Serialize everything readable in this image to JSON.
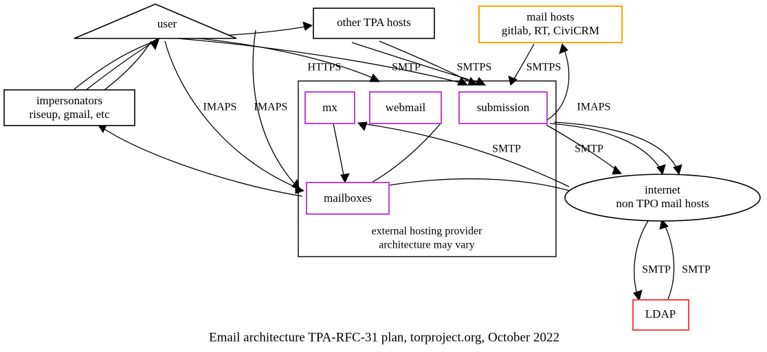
{
  "diagram": {
    "caption": "Email architecture TPA-RFC-31 plan, torproject.org, October 2022",
    "colors": {
      "purple": "#c03fe0",
      "orange": "#ffa500",
      "red": "#fb4040",
      "black": "#000000",
      "background": "#ffffff"
    },
    "nodes": {
      "user": {
        "label": "user",
        "shape": "triangle",
        "color": "#000000"
      },
      "impersonators": {
        "line1": "impersonators",
        "line2": "riseup, gmail, etc",
        "shape": "box",
        "color": "#000000"
      },
      "other_tpa_hosts": {
        "label": "other TPA hosts",
        "shape": "box",
        "color": "#000000"
      },
      "mail_hosts": {
        "line1": "mail hosts",
        "line2": "gitlab, RT, CiviCRM",
        "shape": "box",
        "color": "#ffa500"
      },
      "mx": {
        "label": "mx",
        "shape": "box",
        "color": "#c03fe0"
      },
      "webmail": {
        "label": "webmail",
        "shape": "box",
        "color": "#c03fe0"
      },
      "submission": {
        "label": "submission",
        "shape": "box",
        "color": "#c03fe0"
      },
      "mailboxes": {
        "label": "mailboxes",
        "shape": "box",
        "color": "#c03fe0"
      },
      "internet": {
        "line1": "internet",
        "line2": "non TPO mail hosts",
        "shape": "ellipse",
        "color": "#000000"
      },
      "ldap": {
        "label": "LDAP",
        "shape": "box",
        "color": "#fb4040"
      }
    },
    "cluster": {
      "line1": "external hosting provider",
      "line2": "architecture may vary"
    },
    "edge_labels": {
      "https": "HTTPS",
      "imaps_1": "IMAPS",
      "imaps_2": "IMAPS",
      "imaps_3": "IMAPS",
      "smtp_top": "SMTP",
      "smtps_1": "SMTPS",
      "smtps_2": "SMTPS",
      "smtp_mid_left": "SMTP",
      "smtp_mid_right": "SMTP",
      "smtp_ldap_out": "SMTP",
      "smtp_ldap_in": "SMTP"
    }
  }
}
